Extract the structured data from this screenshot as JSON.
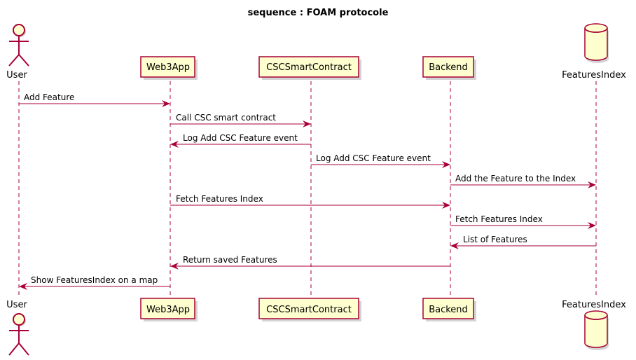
{
  "title": "sequence : FOAM protocole",
  "participants": [
    {
      "id": "user",
      "label": "User",
      "kind": "actor"
    },
    {
      "id": "web3",
      "label": "Web3App",
      "kind": "participant"
    },
    {
      "id": "csc",
      "label": "CSCSmartContract",
      "kind": "participant"
    },
    {
      "id": "backend",
      "label": "Backend",
      "kind": "participant"
    },
    {
      "id": "index",
      "label": "FeaturesIndex",
      "kind": "database"
    }
  ],
  "messages": [
    {
      "from": "user",
      "to": "web3",
      "label": "Add Feature"
    },
    {
      "from": "web3",
      "to": "csc",
      "label": "Call CSC smart contract"
    },
    {
      "from": "csc",
      "to": "web3",
      "label": "Log Add CSC Feature event"
    },
    {
      "from": "csc",
      "to": "backend",
      "label": "Log Add CSC Feature event"
    },
    {
      "from": "backend",
      "to": "index",
      "label": "Add the Feature to the Index"
    },
    {
      "from": "web3",
      "to": "backend",
      "label": "Fetch Features Index"
    },
    {
      "from": "backend",
      "to": "index",
      "label": "Fetch Features Index"
    },
    {
      "from": "index",
      "to": "backend",
      "label": "List of Features"
    },
    {
      "from": "backend",
      "to": "web3",
      "label": "Return saved Features"
    },
    {
      "from": "web3",
      "to": "user",
      "label": "Show FeaturesIndex on a map"
    }
  ]
}
